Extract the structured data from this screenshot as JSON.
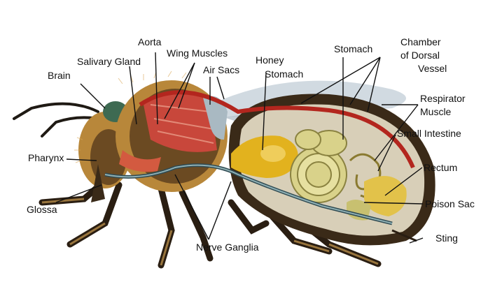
{
  "labels": {
    "aorta": "Aorta",
    "wing_muscles": "Wing Muscles",
    "salivary_gland": "Salivary Gland",
    "air_sacs": "Air Sacs",
    "honey": "Honey",
    "honey_stomach": "Stomach",
    "stomach": "Stomach",
    "chamber_1": "Chamber",
    "chamber_2": "of Dorsal",
    "chamber_3": "Vessel",
    "brain": "Brain",
    "respirator_1": "Respirator",
    "respirator_2": "Muscle",
    "small_intestine": "Small Intestine",
    "pharynx": "Pharynx",
    "rectum": "Rectum",
    "glossa": "Glossa",
    "poison_sac": "Poison Sac",
    "sting": "Sting",
    "nerve_ganglia": "Nerve Ganglia"
  },
  "colors": {
    "label_text": "#111111",
    "leader_line": "#111111",
    "wing": "#c9d4dc",
    "fur": "#b8873a",
    "body_dark": "#3a2a18",
    "muscle": "#c8473b",
    "honey_stomach": "#e2b21e",
    "intestine": "#d9d28a",
    "dorsal_vessel": "#b3261e",
    "nerve_cord": "#2f4a52",
    "eye": "#3e6a52"
  }
}
